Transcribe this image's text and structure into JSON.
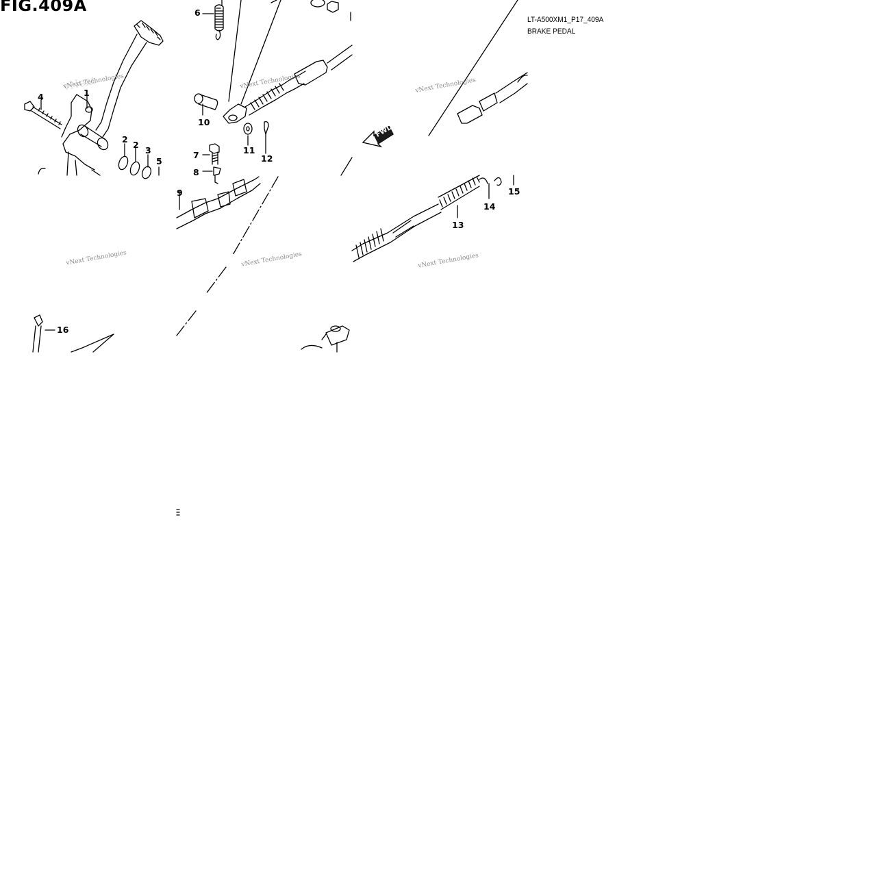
{
  "figure": {
    "title": "FIG.409A",
    "code": "LT-A500XM1_P17_409A",
    "name": "BRAKE PEDAL",
    "direction_label": "FWD"
  },
  "callouts": [
    "1",
    "2",
    "2",
    "3",
    "4",
    "5",
    "6",
    "7",
    "8",
    "9",
    "10",
    "11",
    "12",
    "13",
    "14",
    "15",
    "16"
  ],
  "watermark": "vNext Technologies"
}
